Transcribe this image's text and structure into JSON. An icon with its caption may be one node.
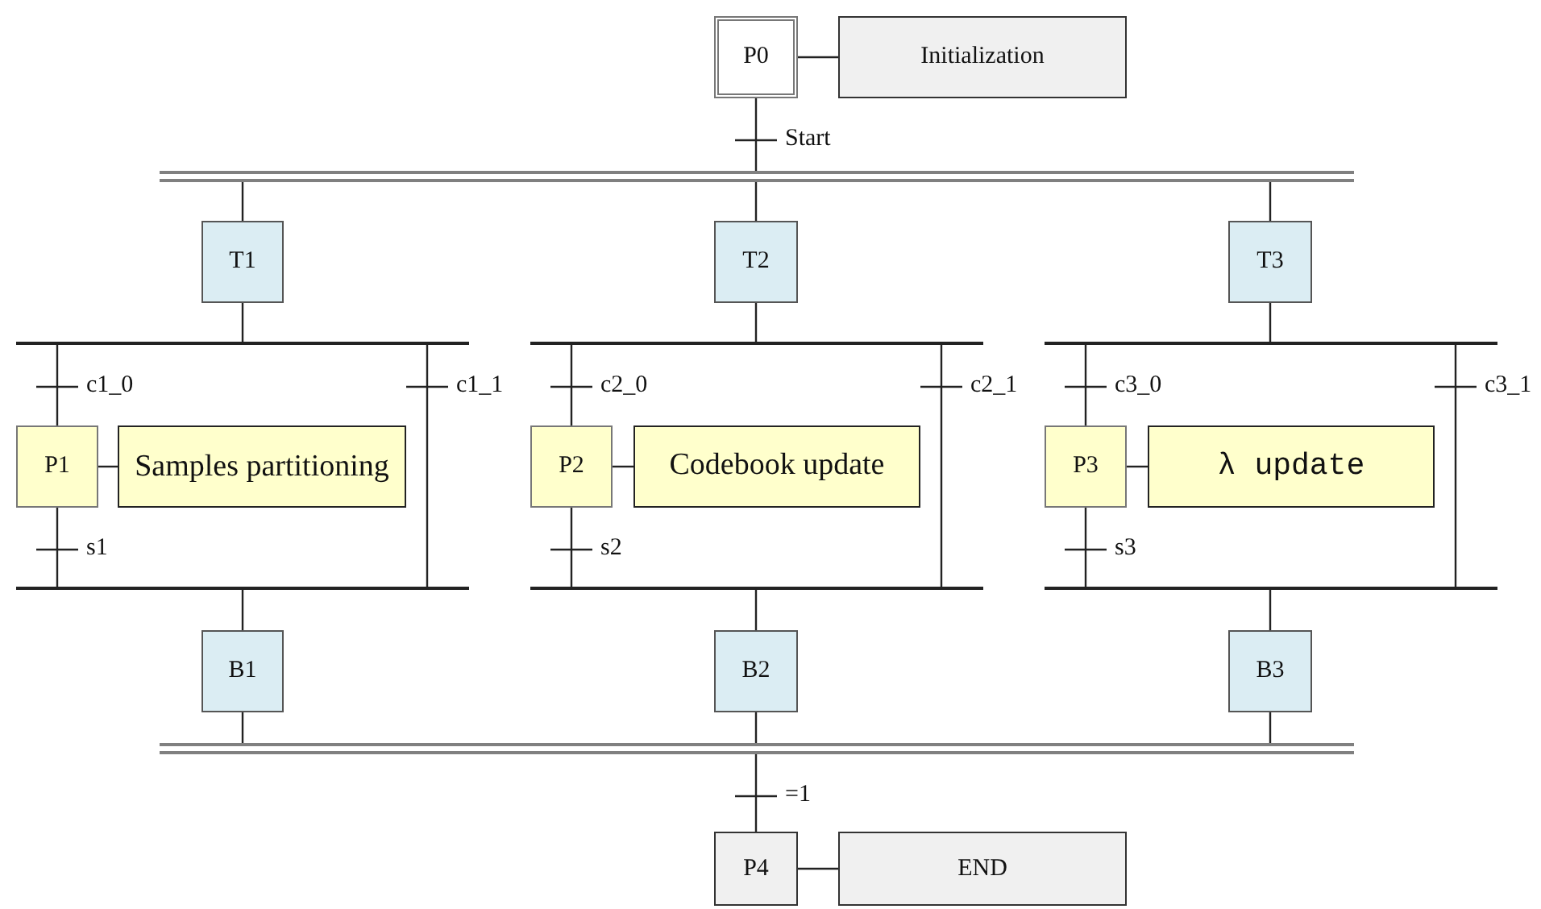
{
  "diagram": {
    "nodes": [
      {
        "text": [
          "P0"
        ]
      },
      {
        "text": [
          "Initialization"
        ]
      },
      {
        "text": [],
        "shape": "bar"
      },
      {
        "text": [
          "T1"
        ]
      },
      {
        "text": [
          "T2"
        ]
      },
      {
        "text": [
          "T3"
        ]
      },
      {
        "text": [],
        "shape": "bar"
      },
      {
        "text": [],
        "shape": "bar"
      },
      {
        "text": [],
        "shape": "bar"
      },
      {
        "text": [
          "P1"
        ]
      },
      {
        "text": [
          "Samples partitioning"
        ]
      },
      {
        "text": [
          "P2"
        ]
      },
      {
        "text": [
          "Codebook update"
        ]
      },
      {
        "text": [
          "P3"
        ]
      },
      {
        "text": [
          "λ update"
        ]
      },
      {
        "text": [],
        "shape": "bar"
      },
      {
        "text": [],
        "shape": "bar"
      },
      {
        "text": [],
        "shape": "bar"
      },
      {
        "text": [
          "B1"
        ]
      },
      {
        "text": [
          "B2"
        ]
      },
      {
        "text": [
          "B3"
        ]
      },
      {
        "text": [],
        "shape": "bar"
      },
      {
        "text": [
          "P4"
        ]
      },
      {
        "text": [
          "END"
        ]
      }
    ],
    "edges": [
      {
        "from": 0,
        "to": 1,
        "arrow": "none"
      },
      {
        "from": 0,
        "to": 2,
        "arrow": "none",
        "label": "Start"
      },
      {
        "from": 2,
        "to": 3,
        "arrow": "none"
      },
      {
        "from": 2,
        "to": 4,
        "arrow": "none"
      },
      {
        "from": 2,
        "to": 5,
        "arrow": "none"
      },
      {
        "from": 3,
        "to": 6,
        "arrow": "none"
      },
      {
        "from": 4,
        "to": 7,
        "arrow": "none"
      },
      {
        "from": 5,
        "to": 8,
        "arrow": "none"
      },
      {
        "from": 6,
        "to": 9,
        "arrow": "none",
        "label": "c1_0"
      },
      {
        "from": 9,
        "to": 10,
        "arrow": "none"
      },
      {
        "from": 9,
        "to": 15,
        "arrow": "none",
        "label": "s1"
      },
      {
        "from": 6,
        "to": 15,
        "arrow": "none",
        "label": "c1_1"
      },
      {
        "from": 7,
        "to": 11,
        "arrow": "none",
        "label": "c2_0"
      },
      {
        "from": 11,
        "to": 12,
        "arrow": "none"
      },
      {
        "from": 11,
        "to": 16,
        "arrow": "none",
        "label": "s2"
      },
      {
        "from": 7,
        "to": 16,
        "arrow": "none",
        "label": "c2_1"
      },
      {
        "from": 8,
        "to": 13,
        "arrow": "none",
        "label": "c3_0"
      },
      {
        "from": 13,
        "to": 14,
        "arrow": "none"
      },
      {
        "from": 13,
        "to": 17,
        "arrow": "none",
        "label": "s3"
      },
      {
        "from": 8,
        "to": 17,
        "arrow": "none",
        "label": "c3_1"
      },
      {
        "from": 15,
        "to": 18,
        "arrow": "none"
      },
      {
        "from": 16,
        "to": 19,
        "arrow": "none"
      },
      {
        "from": 17,
        "to": 20,
        "arrow": "none"
      },
      {
        "from": 18,
        "to": 21,
        "arrow": "none"
      },
      {
        "from": 19,
        "to": 21,
        "arrow": "none"
      },
      {
        "from": 20,
        "to": 21,
        "arrow": "none"
      },
      {
        "from": 21,
        "to": 22,
        "arrow": "none",
        "label": "=1"
      },
      {
        "from": 22,
        "to": 23,
        "arrow": "none"
      }
    ]
  }
}
